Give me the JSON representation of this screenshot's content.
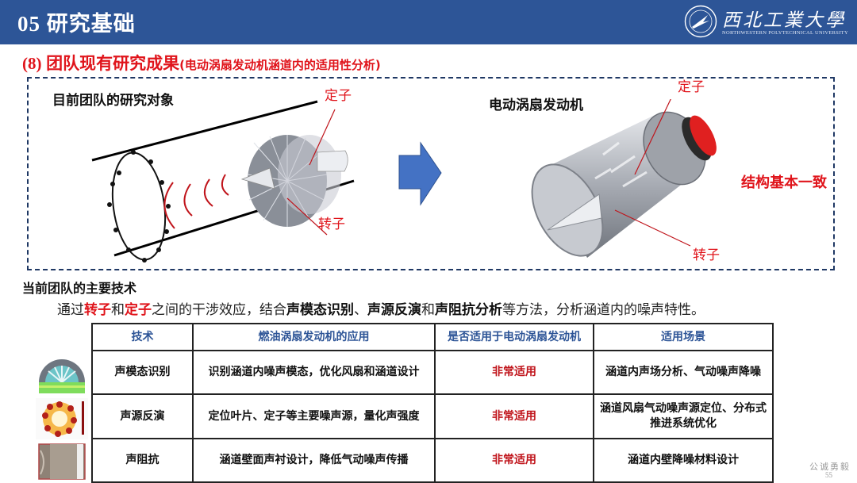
{
  "header": {
    "title": "05 研究基础",
    "logo": {
      "name_cn": "西北工業大學",
      "name_en": "NORTHWESTERN POLYTECHNICAL UNIVERSITY"
    },
    "background_color": "#2d5597"
  },
  "subtitle": {
    "number": "(8)",
    "main": "团队现有研究成果",
    "parenthetical": "(电动涡扇发动机涵道内的适用性分析)",
    "color": "#e0141b"
  },
  "comparison": {
    "left": {
      "title": "目前团队的研究对象",
      "stator_label": "定子",
      "rotor_label": "转子"
    },
    "arrow": "right-arrow",
    "right": {
      "title": "电动涡扇发动机",
      "stator_label": "定子",
      "rotor_label": "转子"
    },
    "conclusion": "结构基本一致"
  },
  "technologies": {
    "heading": "当前团队的主要技术",
    "description": {
      "p1": "通过",
      "rotor": "转子",
      "p2": "和",
      "stator": "定子",
      "p3": "之间的干涉效应，结合",
      "t1": "声模态识别",
      "p4": "、",
      "t2": "声源反演",
      "p5": "和",
      "t3": "声阻抗分析",
      "p6": "等方法，分析涵道内的噪声特性。"
    },
    "table": {
      "headers": [
        "技术",
        "燃油涡扇发动机的应用",
        "是否适用于电动涡扇发动机",
        "适用场景"
      ],
      "rows": [
        {
          "technique": "声模态识别",
          "application": "识别涵道内噪声模态，优化风扇和涵道设计",
          "applicable": "非常适用",
          "scenario": "涵道内声场分析、气动噪声降噪",
          "thumbnail": "fan-mode-image"
        },
        {
          "technique": "声源反演",
          "application": "定位叶片、定子等主要噪声源，量化声强度",
          "applicable": "非常适用",
          "scenario": "涵道风扇气动噪声源定位、分布式推进系统优化",
          "thumbnail": "source-map-image"
        },
        {
          "technique": "声阻抗",
          "application": "涵道壁面声衬设计，降低气动噪声传播",
          "applicable": "非常适用",
          "scenario": "涵道内壁降噪材料设计",
          "thumbnail": "acoustic-liner-image"
        }
      ]
    }
  },
  "footer": {
    "motto": "公诚勇毅",
    "page_number": "55"
  }
}
